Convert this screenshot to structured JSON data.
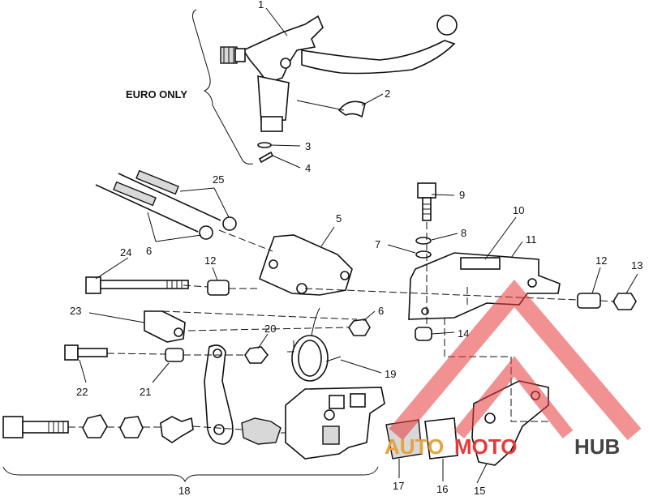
{
  "diagram": {
    "annotation": "EURO ONLY",
    "callouts": [
      {
        "id": "1",
        "label": "1"
      },
      {
        "id": "2",
        "label": "2"
      },
      {
        "id": "3",
        "label": "3"
      },
      {
        "id": "4",
        "label": "4"
      },
      {
        "id": "5",
        "label": "5"
      },
      {
        "id": "6a",
        "label": "6"
      },
      {
        "id": "6b",
        "label": "6"
      },
      {
        "id": "7",
        "label": "7"
      },
      {
        "id": "8",
        "label": "8"
      },
      {
        "id": "9",
        "label": "9"
      },
      {
        "id": "10",
        "label": "10"
      },
      {
        "id": "11",
        "label": "11"
      },
      {
        "id": "12a",
        "label": "12"
      },
      {
        "id": "12b",
        "label": "12"
      },
      {
        "id": "13",
        "label": "13"
      },
      {
        "id": "14",
        "label": "14"
      },
      {
        "id": "15",
        "label": "15"
      },
      {
        "id": "16",
        "label": "16"
      },
      {
        "id": "17",
        "label": "17"
      },
      {
        "id": "18",
        "label": "18"
      },
      {
        "id": "19",
        "label": "19"
      },
      {
        "id": "20",
        "label": "20"
      },
      {
        "id": "21",
        "label": "21"
      },
      {
        "id": "22",
        "label": "22"
      },
      {
        "id": "23",
        "label": "23"
      },
      {
        "id": "24",
        "label": "24"
      },
      {
        "id": "25",
        "label": "25"
      }
    ]
  },
  "watermark": {
    "text_part1": "AUTO",
    "text_part2": "MOTO",
    "text_part3": "HUB",
    "color_red": "#e8393a",
    "color_gold": "#e6a23c",
    "color_dark": "#444444"
  }
}
